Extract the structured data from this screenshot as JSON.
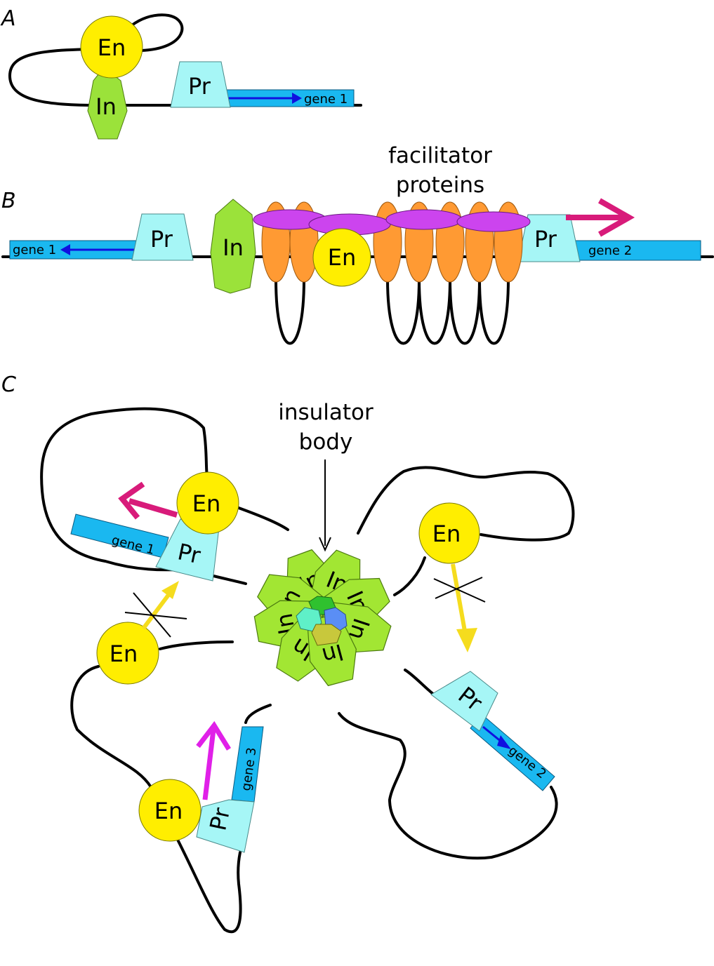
{
  "panels": {
    "a": "A",
    "b": "B",
    "c": "C"
  },
  "labels": {
    "enhancer": "En",
    "insulator": "In",
    "promoter": "Pr",
    "gene1": "gene 1",
    "gene2": "gene 2",
    "gene3": "gene 3"
  },
  "captions": {
    "facilitator_line1": "facilitator",
    "facilitator_line2": "proteins",
    "insulator_body_line1": "insulator",
    "insulator_body_line2": "body"
  },
  "colors": {
    "enhancer": "#ffee00",
    "insulator": "#9be23a",
    "promoter": "#a6f6f6",
    "gene": "#1ab8f0",
    "facilitator": "#ff9a33",
    "bridge": "#cc44ee",
    "activation_arrow": "#d81b7a",
    "blocked_arrow": "#f5dc1e",
    "gene3_arrow": "#e020e8",
    "gene_direction": "#1010e0"
  }
}
